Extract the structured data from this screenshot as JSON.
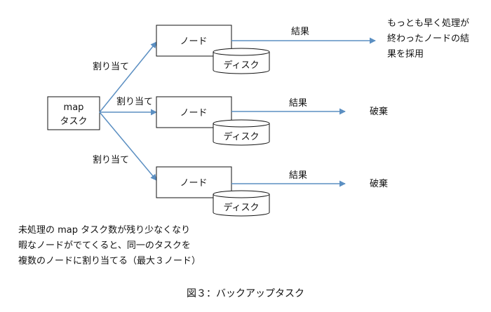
{
  "task_box": {
    "line1": "map",
    "line2": "タスク"
  },
  "assign_label": "割り当て",
  "nodes": [
    {
      "node_label": "ノード",
      "disk_label": "ディスク",
      "result_label": "結果"
    },
    {
      "node_label": "ノード",
      "disk_label": "ディスク",
      "result_label": "結果"
    },
    {
      "node_label": "ノード",
      "disk_label": "ディスク",
      "result_label": "結果"
    }
  ],
  "outcomes": {
    "first": [
      "もっとも早く処理が",
      "終わったノードの結",
      "果を採用"
    ],
    "second": "破棄",
    "third": "破棄"
  },
  "note": [
    "未処理の map タスク数が残り少なくなり",
    "暇なノードがでてくると、同一のタスクを",
    "複数のノードに割り当てる（最大３ノード）"
  ],
  "caption": "図３：バックアップタスク",
  "colors": {
    "arrow": "#5b8fc2",
    "stroke": "#111111"
  }
}
